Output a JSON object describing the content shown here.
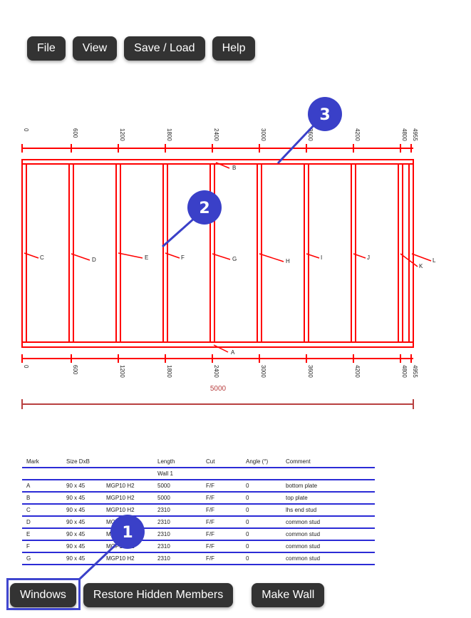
{
  "menu": {
    "file": "File",
    "view": "View",
    "save_load": "Save / Load",
    "help": "Help"
  },
  "bottom_buttons": {
    "windows": "Windows",
    "restore": "Restore Hidden Members",
    "make_wall": "Make Wall"
  },
  "callouts": {
    "one": "1",
    "two": "2",
    "three": "3"
  },
  "diagram": {
    "top_dims": [
      "0",
      "600",
      "1200",
      "1800",
      "2400",
      "3000",
      "3600",
      "4200",
      "4800",
      "4955"
    ],
    "bottom_dims": [
      "0",
      "600",
      "1200",
      "1800",
      "2400",
      "3000",
      "3600",
      "4200",
      "4800",
      "4955"
    ],
    "overall_length": "5000",
    "marks": {
      "A": "A",
      "B": "B",
      "C": "C",
      "D": "D",
      "E": "E",
      "F": "F",
      "G": "G",
      "H": "H",
      "I": "I",
      "J": "J",
      "K": "K",
      "L": "L"
    }
  },
  "colors": {
    "frame": "#ff0000",
    "dim_line": "#cc0000",
    "overall_dim": "#b84040",
    "callout": "#3a40c8",
    "button": "#333333"
  },
  "table": {
    "headers": [
      "Mark",
      "Size DxB",
      "",
      "Length",
      "Cut",
      "Angle (°)",
      "Comment"
    ],
    "group": "Wall 1",
    "rows": [
      [
        "A",
        "90 x 45",
        "MGP10 H2",
        "5000",
        "F/F",
        "0",
        "bottom plate"
      ],
      [
        "B",
        "90 x 45",
        "MGP10 H2",
        "5000",
        "F/F",
        "0",
        "top plate"
      ],
      [
        "C",
        "90 x 45",
        "MGP10 H2",
        "2310",
        "F/F",
        "0",
        "lhs end stud"
      ],
      [
        "D",
        "90 x 45",
        "MGP10 H2",
        "2310",
        "F/F",
        "0",
        "common stud"
      ],
      [
        "E",
        "90 x 45",
        "MGP10 H2",
        "2310",
        "F/F",
        "0",
        "common stud"
      ],
      [
        "F",
        "90 x 45",
        "MGP10 H2",
        "2310",
        "F/F",
        "0",
        "common stud"
      ],
      [
        "G",
        "90 x 45",
        "MGP10 H2",
        "2310",
        "F/F",
        "0",
        "common stud"
      ]
    ]
  }
}
